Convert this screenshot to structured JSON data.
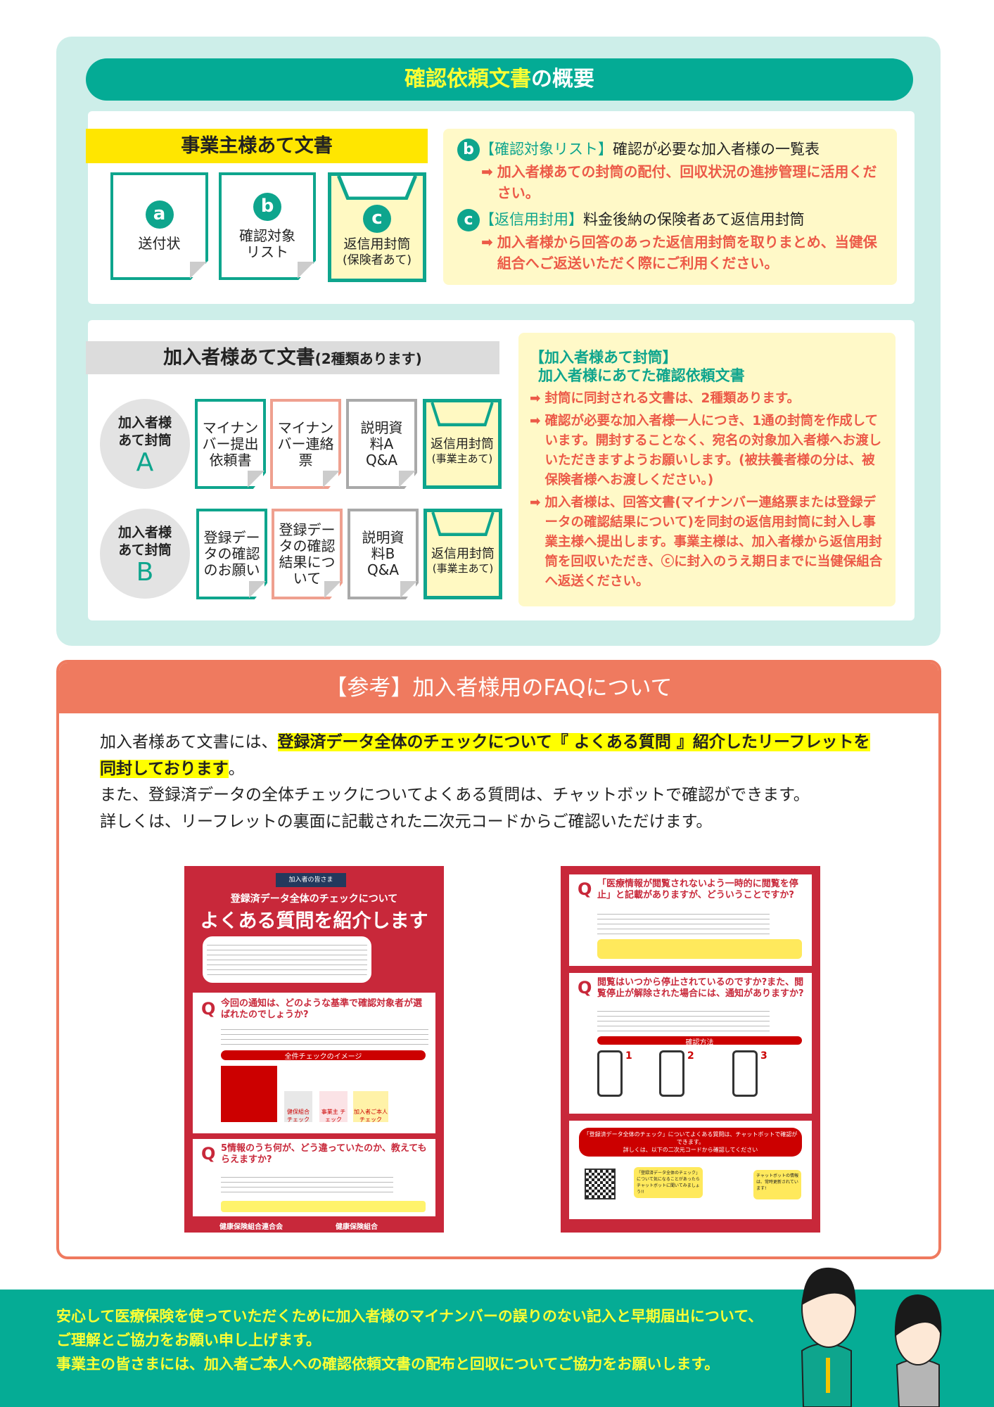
{
  "overview": {
    "title_highlight": "確認依頼文書",
    "title_rest": "の概要",
    "employer": {
      "header": "事業主様あて文書",
      "docs": [
        {
          "badge": "a",
          "label": "送付状"
        },
        {
          "badge": "b",
          "label": "確認対象リスト"
        },
        {
          "badge": "c",
          "label": "返信用封筒",
          "sub": "(保険者あて)"
        }
      ],
      "notes": [
        {
          "badge": "b",
          "tag": "【確認対象リスト】",
          "text": "確認が必要な加入者様の一覧表",
          "detail": "加入者様あての封筒の配付、回収状況の進捗管理に活用ください。"
        },
        {
          "badge": "c",
          "tag": "【返信用封用】",
          "text": "料金後納の保険者あて返信用封筒",
          "detail": "加入者様から回答のあった返信用封筒を取りまとめ、当健保組合へご返送いただく際にご利用ください。"
        }
      ]
    },
    "member": {
      "header": "加入者様あて文書",
      "header_sub": "(2種類あります)",
      "envelopes": [
        {
          "label1": "加入者様",
          "label2": "あて封筒",
          "letter": "A",
          "docs": [
            "マイナンバー提出依頼書",
            "マイナンバー連絡票",
            "説明資料A Q&A"
          ],
          "return": "返信用封筒",
          "return_sub": "(事業主あて)"
        },
        {
          "label1": "加入者様",
          "label2": "あて封筒",
          "letter": "B",
          "docs": [
            "登録データの確認のお願い",
            "登録データの確認結果について",
            "説明資料B Q&A"
          ],
          "return": "返信用封筒",
          "return_sub": "(事業主あて)"
        }
      ],
      "note": {
        "title1": "【加入者様あて封筒】",
        "title2": "加入者様にあてた確認依頼文書",
        "items": [
          "封筒に同封される文書は、2種類あります。",
          "確認が必要な加入者様一人につき、1通の封筒を作成しています。開封することなく、宛名の対象加入者様へお渡しいただきますようお願いします。(被扶養者様の分は、被保険者様へお渡しください。)",
          "加入者様は、回答文書(マイナンバー連絡票または登録データの確認結果について)を同封の返信用封筒に封入し事業主様へ提出します。事業主様は、加入者様から返信用封筒を回収いただき、ⓒに封入のうえ期日までに当健保組合へ返送ください。"
        ]
      }
    }
  },
  "faq": {
    "title": "【参考】加入者様用のFAQについて",
    "p1_pre": "加入者様あて文書には、",
    "p1_hl": "登録済データ全体のチェックについて『 よくある質問 』紹介したリーフレットを",
    "p1_hl2": "同封しております",
    "p1_post": "。",
    "p2": "また、登録済データの全体チェックについてよくある質問は、チャットボットで確認ができます。",
    "p3": "詳しくは、リーフレットの裏面に記載された二次元コードからご確認いただけます。",
    "leaflet_front": {
      "ribbon": "加入者の皆さま",
      "subtitle": "登録済データ全体のチェックについて",
      "title": "よくある質問を紹介します",
      "q1": "今回の通知は、どのような基準で確認対象者が選ばれたのでしょうか?",
      "bar": "全件チェックのイメージ",
      "flow": [
        "健保組合 チェック",
        "事業主 チェック",
        "加入者ご本人 チェック"
      ],
      "q2": "5情報のうち何が、どう違っていたのか、教えてもらえますか?",
      "footer1": "健康保険組合連合会",
      "footer2": "健康保険組合"
    },
    "leaflet_back": {
      "q1": "「医療情報が閲覧されないよう一時的に閲覧を停止」と記載がありますが、どういうことですか?",
      "q2": "閲覧はいつから停止されているのですか?また、閲覧停止が解除された場合には、通知がありますか?",
      "bar": "確認方法",
      "steps": [
        "1",
        "2",
        "3"
      ],
      "chat1": "「登録済データ全体のチェック」についてよくある質問は、チャットボットで確認ができます。",
      "chat2": "詳しくは、以下の二次元コードから確認してください",
      "bubble1": "「登録済データ全体のチェック」について気になることがあったらチャットボットに聞いてみましょう!!",
      "bubble2": "チャットボットの情報は、常時更新されています!"
    }
  },
  "footer": {
    "line1": "安心して医療保険を使っていただくために加入者様のマイナンバーの誤りのない記入と早期届出について、",
    "line2": "ご理解とご協力をお願い申し上げます。",
    "line3": "事業主の皆さまには、加入者ご本人への確認依頼文書の配布と回収についてご協力をお願いします。"
  }
}
